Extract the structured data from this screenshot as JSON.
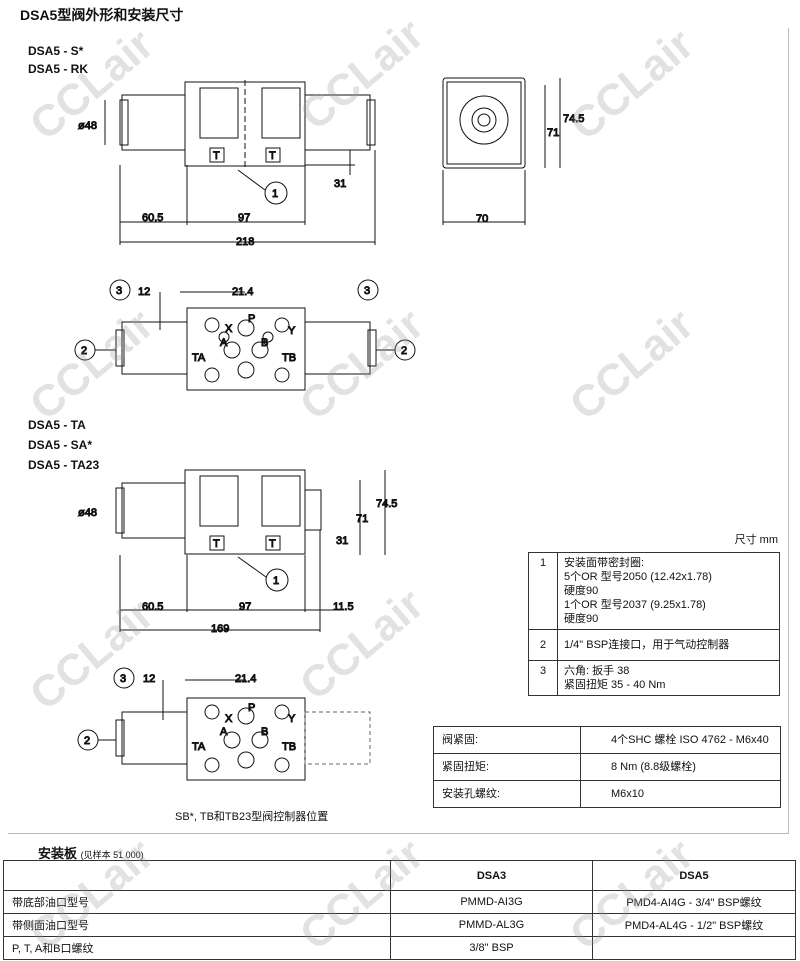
{
  "title": "DSA5型阀外形和安装尺寸",
  "models_top": [
    "DSA5 - S*",
    "DSA5 - RK"
  ],
  "models_mid": [
    "DSA5 - TA",
    "DSA5 - SA*",
    "DSA5 - TA23"
  ],
  "watermark": "CCLair",
  "drawing1": {
    "dia": "ø48",
    "callout": "1",
    "d31": "31",
    "d60": "60.5",
    "d97": "97",
    "d218": "218",
    "port_t": "T"
  },
  "drawing2": {
    "d745": "74.5",
    "d71": "71",
    "d70": "70"
  },
  "drawing3": {
    "c3": "3",
    "c2": "2",
    "d12": "12",
    "d214": "21.4",
    "ports": {
      "p": "P",
      "a": "A",
      "b": "B",
      "x": "X",
      "y": "Y",
      "ta": "TA",
      "tb": "TB"
    }
  },
  "drawing4": {
    "dia": "ø48",
    "callout": "1",
    "d745": "74.5",
    "d71": "71",
    "d31": "31",
    "d60": "60.5",
    "d97": "97",
    "d115": "11.5",
    "d169": "169"
  },
  "drawing5": {
    "c3": "3",
    "c2": "2",
    "d12": "12",
    "d214": "21.4",
    "caption": "SB*, TB和TB23型阀控制器位置"
  },
  "units": "尺寸  mm",
  "notes": [
    {
      "num": "1",
      "lines": [
        "安装面带密封圈:",
        "5个OR 型号2050 (12.42x1.78)",
        "硬度90",
        "1个OR 型号2037 (9.25x1.78)",
        "硬度90"
      ]
    },
    {
      "num": "2",
      "lines": [
        "1/4\" BSP连接口，用于气动控制器"
      ]
    },
    {
      "num": "3",
      "lines": [
        "六角: 扳手 38",
        "紧固扭矩 35 - 40 Nm"
      ]
    }
  ],
  "spec": [
    {
      "label": "阀紧固:",
      "value": "4个SHC 螺栓    ISO 4762 - M6x40"
    },
    {
      "label": "紧固扭矩:",
      "value": "8 Nm (8.8级螺栓)"
    },
    {
      "label": "安装孔螺纹:",
      "value": "M6x10"
    }
  ],
  "plate": {
    "title": "安装板",
    "subtitle": "(见样本 51 000)",
    "headers": [
      "",
      "DSA3",
      "DSA5"
    ],
    "rows": [
      [
        "带底部油口型号",
        "PMMD-AI3G",
        "PMD4-AI4G - 3/4\" BSP螺纹"
      ],
      [
        "带侧面油口型号",
        "PMMD-AL3G",
        "PMD4-AL4G - 1/2\" BSP螺纹"
      ],
      [
        "P, T, A和B口螺纹",
        "3/8\" BSP",
        ""
      ]
    ]
  }
}
